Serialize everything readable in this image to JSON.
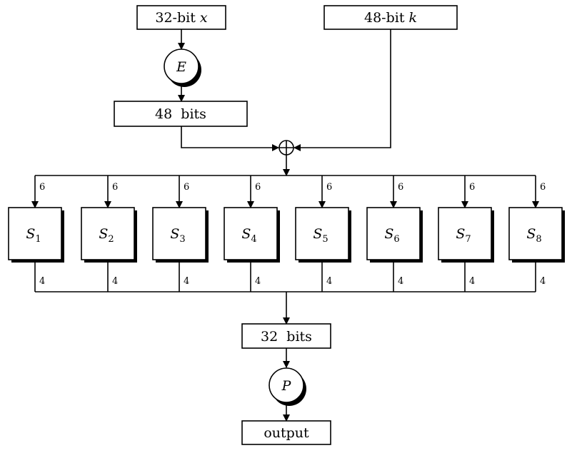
{
  "inputs": {
    "x_prefix": "32-bit ",
    "x_var": "x",
    "k_prefix": "48-bit ",
    "k_var": "k"
  },
  "expansion": {
    "symbol": "E"
  },
  "expanded": {
    "label": "48  bits"
  },
  "xor": {
    "symbol": "⊕"
  },
  "sboxes": [
    {
      "base": "S",
      "sub": "1",
      "in_bits": "6",
      "out_bits": "4"
    },
    {
      "base": "S",
      "sub": "2",
      "in_bits": "6",
      "out_bits": "4"
    },
    {
      "base": "S",
      "sub": "3",
      "in_bits": "6",
      "out_bits": "4"
    },
    {
      "base": "S",
      "sub": "4",
      "in_bits": "6",
      "out_bits": "4"
    },
    {
      "base": "S",
      "sub": "5",
      "in_bits": "6",
      "out_bits": "4"
    },
    {
      "base": "S",
      "sub": "6",
      "in_bits": "6",
      "out_bits": "4"
    },
    {
      "base": "S",
      "sub": "7",
      "in_bits": "6",
      "out_bits": "4"
    },
    {
      "base": "S",
      "sub": "8",
      "in_bits": "6",
      "out_bits": "4"
    }
  ],
  "combined": {
    "label": "32  bits"
  },
  "permutation": {
    "symbol": "P"
  },
  "output": {
    "label": "output"
  }
}
